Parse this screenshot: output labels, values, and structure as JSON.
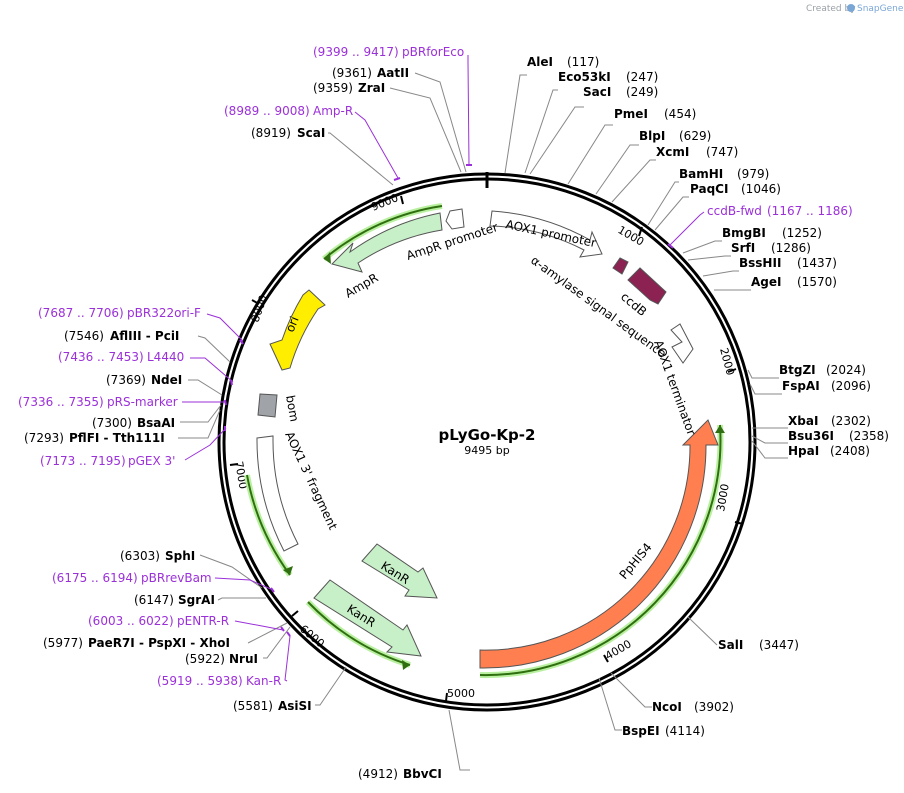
{
  "credit": {
    "created_by": "Created by",
    "brand": "SnapGene"
  },
  "plasmid": {
    "name": "pLyGo-Kp-2",
    "length": "9495 bp"
  },
  "ticks": [
    "1000",
    "2000",
    "3000",
    "4000",
    "5000",
    "6000",
    "7000",
    "8000",
    "9000"
  ],
  "enzymes": [
    {
      "name": "AleI",
      "pos": "(117)"
    },
    {
      "name": "Eco53kI",
      "pos": "(247)"
    },
    {
      "name": "SacI",
      "pos": "(249)"
    },
    {
      "name": "PmeI",
      "pos": "(454)"
    },
    {
      "name": "BlpI",
      "pos": "(629)"
    },
    {
      "name": "XcmI",
      "pos": "(747)"
    },
    {
      "name": "BamHI",
      "pos": "(979)"
    },
    {
      "name": "PaqCI",
      "pos": "(1046)"
    },
    {
      "name": "BmgBI",
      "pos": "(1252)"
    },
    {
      "name": "SrfI",
      "pos": "(1286)"
    },
    {
      "name": "BssHII",
      "pos": "(1437)"
    },
    {
      "name": "AgeI",
      "pos": "(1570)"
    },
    {
      "name": "BtgZI",
      "pos": "(2024)"
    },
    {
      "name": "FspAI",
      "pos": "(2096)"
    },
    {
      "name": "XbaI",
      "pos": "(2302)"
    },
    {
      "name": "Bsu36I",
      "pos": "(2358)"
    },
    {
      "name": "HpaI",
      "pos": "(2408)"
    },
    {
      "name": "SalI",
      "pos": "(3447)"
    },
    {
      "name": "NcoI",
      "pos": "(3902)"
    },
    {
      "name": "BspEI",
      "pos": "(4114)"
    },
    {
      "name": "BbvCI",
      "pos": "(4912)"
    },
    {
      "name": "AsiSI",
      "pos": "(5581)"
    },
    {
      "name": "NruI",
      "pos": "(5922)"
    },
    {
      "name": "PaeR7I - PspXI - XhoI",
      "pos": "(5977)"
    },
    {
      "name": "SgrAI",
      "pos": "(6147)"
    },
    {
      "name": "SphI",
      "pos": "(6303)"
    },
    {
      "name": "PflFI - Tth111I",
      "pos": "(7293)"
    },
    {
      "name": "BsaAI",
      "pos": "(7300)"
    },
    {
      "name": "NdeI",
      "pos": "(7369)"
    },
    {
      "name": "AflIII - PciI",
      "pos": "(7546)"
    },
    {
      "name": "ScaI",
      "pos": "(8919)"
    },
    {
      "name": "ZraI",
      "pos": "(9359)"
    },
    {
      "name": "AatII",
      "pos": "(9361)"
    }
  ],
  "primers": [
    {
      "range": "(9399 .. 9417)",
      "name": "pBRforEco"
    },
    {
      "range": "(8989 .. 9008)",
      "name": "Amp-R"
    },
    {
      "range": "(1167 .. 1186)",
      "name": "ccdB-fwd"
    },
    {
      "range": "(7687 .. 7706)",
      "name": "pBR322ori-F"
    },
    {
      "range": "(7436 .. 7453)",
      "name": "L4440"
    },
    {
      "range": "(7336 .. 7355)",
      "name": "pRS-marker"
    },
    {
      "range": "(7173 .. 7195)",
      "name": "pGEX 3'"
    },
    {
      "range": "(6175 .. 6194)",
      "name": "pBRrevBam"
    },
    {
      "range": "(6003 .. 6022)",
      "name": "pENTR-R"
    },
    {
      "range": "(5919 .. 5938)",
      "name": "Kan-R"
    }
  ],
  "features": [
    {
      "name": "AOX1 promoter"
    },
    {
      "name": "α-amylase signal sequence"
    },
    {
      "name": "ccdB"
    },
    {
      "name": "AOX1 terminator"
    },
    {
      "name": "PpHIS4"
    },
    {
      "name": "KanR"
    },
    {
      "name": "KanR"
    },
    {
      "name": "AOX1 3' fragment"
    },
    {
      "name": "bom"
    },
    {
      "name": "ori"
    },
    {
      "name": "AmpR"
    },
    {
      "name": "AmpR promoter"
    }
  ],
  "colors": {
    "backbone": "#000000",
    "primer": "#9b30d9",
    "ampr": "#c8f0c8",
    "ori": "#ffee00",
    "pphis4": "#ff7f50",
    "ccdb": "#8b2252",
    "bom": "#a0a4a8"
  }
}
